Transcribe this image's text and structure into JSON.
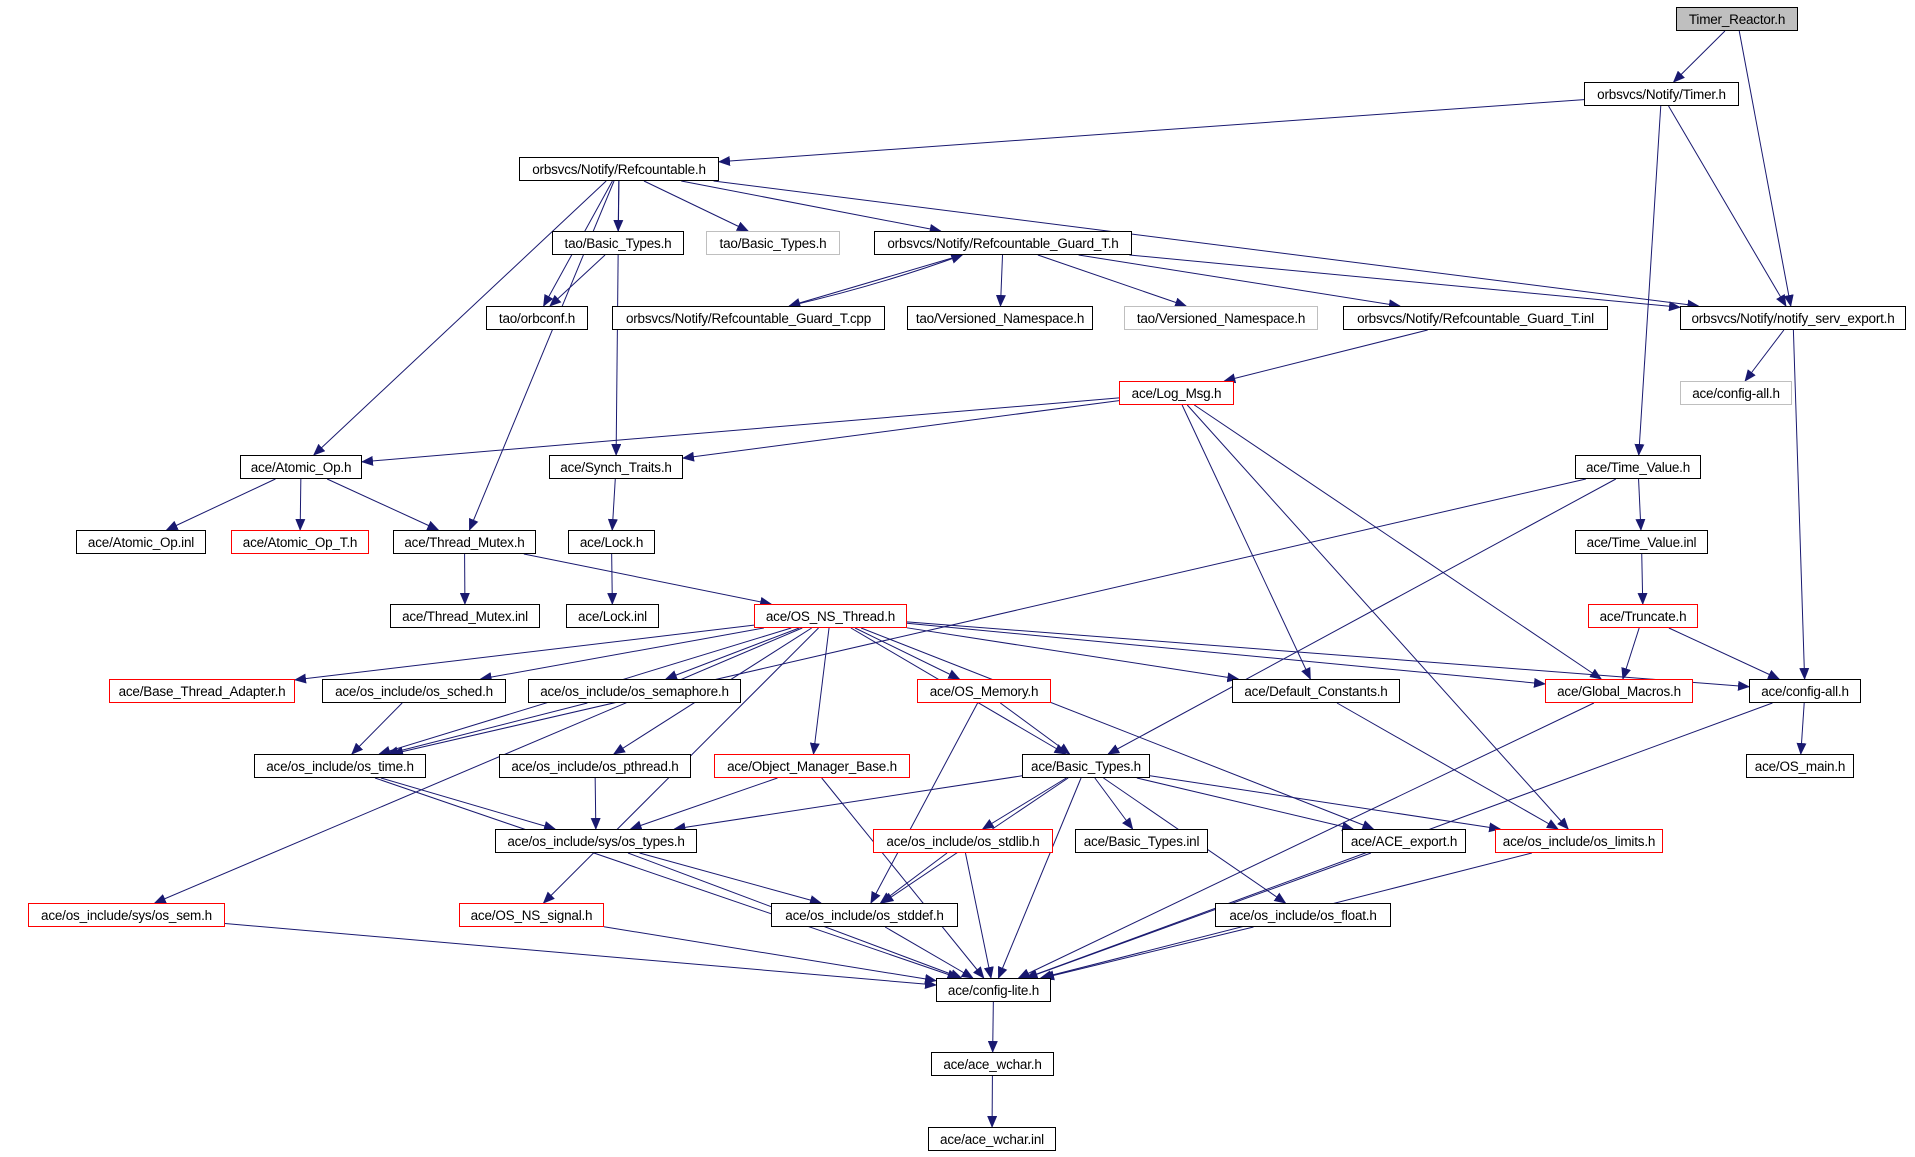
{
  "diagram": {
    "title": "Timer_Reactor.h include dependency graph",
    "colors": {
      "edge": "#191970",
      "root_fill": "#bfbfbf",
      "truncated_border": "#ff0000",
      "undocumented_border": "#bfbfbf",
      "normal_border": "#000000"
    },
    "nodes": {
      "timer_reactor": {
        "label": "Timer_Reactor.h",
        "style": "root"
      },
      "timer": {
        "label": "orbsvcs/Notify/Timer.h",
        "style": "normal"
      },
      "refcountable": {
        "label": "orbsvcs/Notify/Refcountable.h",
        "style": "normal"
      },
      "tao_basic_types": {
        "label": "tao/Basic_Types.h",
        "style": "normal"
      },
      "tao_basic_types_gray": {
        "label": "tao/Basic_Types.h",
        "style": "gray"
      },
      "guard_t_h": {
        "label": "orbsvcs/Notify/Refcountable_Guard_T.h",
        "style": "normal"
      },
      "tao_orbconf": {
        "label": "tao/orbconf.h",
        "style": "normal"
      },
      "guard_t_cpp": {
        "label": "orbsvcs/Notify/Refcountable_Guard_T.cpp",
        "style": "normal"
      },
      "tao_versioned": {
        "label": "tao/Versioned_Namespace.h",
        "style": "normal"
      },
      "tao_versioned_gray": {
        "label": "tao/Versioned_Namespace.h",
        "style": "gray"
      },
      "guard_t_inl": {
        "label": "orbsvcs/Notify/Refcountable_Guard_T.inl",
        "style": "normal"
      },
      "notify_serv_export": {
        "label": "orbsvcs/Notify/notify_serv_export.h",
        "style": "normal"
      },
      "config_all_gray": {
        "label": "ace/config-all.h",
        "style": "gray"
      },
      "log_msg": {
        "label": "ace/Log_Msg.h",
        "style": "red"
      },
      "atomic_op": {
        "label": "ace/Atomic_Op.h",
        "style": "normal"
      },
      "synch_traits": {
        "label": "ace/Synch_Traits.h",
        "style": "normal"
      },
      "time_value": {
        "label": "ace/Time_Value.h",
        "style": "normal"
      },
      "atomic_op_inl": {
        "label": "ace/Atomic_Op.inl",
        "style": "normal"
      },
      "atomic_op_t": {
        "label": "ace/Atomic_Op_T.h",
        "style": "red"
      },
      "thread_mutex": {
        "label": "ace/Thread_Mutex.h",
        "style": "normal"
      },
      "lock_h": {
        "label": "ace/Lock.h",
        "style": "normal"
      },
      "time_value_inl": {
        "label": "ace/Time_Value.inl",
        "style": "normal"
      },
      "thread_mutex_inl": {
        "label": "ace/Thread_Mutex.inl",
        "style": "normal"
      },
      "lock_inl": {
        "label": "ace/Lock.inl",
        "style": "normal"
      },
      "os_ns_thread": {
        "label": "ace/OS_NS_Thread.h",
        "style": "red"
      },
      "truncate": {
        "label": "ace/Truncate.h",
        "style": "red"
      },
      "base_thread_adapter": {
        "label": "ace/Base_Thread_Adapter.h",
        "style": "red"
      },
      "os_sched": {
        "label": "ace/os_include/os_sched.h",
        "style": "normal"
      },
      "os_semaphore": {
        "label": "ace/os_include/os_semaphore.h",
        "style": "normal"
      },
      "os_memory": {
        "label": "ace/OS_Memory.h",
        "style": "red"
      },
      "default_constants": {
        "label": "ace/Default_Constants.h",
        "style": "normal"
      },
      "global_macros": {
        "label": "ace/Global_Macros.h",
        "style": "red"
      },
      "config_all": {
        "label": "ace/config-all.h",
        "style": "normal"
      },
      "os_time": {
        "label": "ace/os_include/os_time.h",
        "style": "normal"
      },
      "os_pthread": {
        "label": "ace/os_include/os_pthread.h",
        "style": "normal"
      },
      "object_manager_base": {
        "label": "ace/Object_Manager_Base.h",
        "style": "red"
      },
      "ace_basic_types": {
        "label": "ace/Basic_Types.h",
        "style": "normal"
      },
      "os_main": {
        "label": "ace/OS_main.h",
        "style": "normal"
      },
      "sys_os_types": {
        "label": "ace/os_include/sys/os_types.h",
        "style": "normal"
      },
      "os_stdlib": {
        "label": "ace/os_include/os_stdlib.h",
        "style": "red"
      },
      "ace_basic_types_inl": {
        "label": "ace/Basic_Types.inl",
        "style": "normal"
      },
      "ace_export": {
        "label": "ace/ACE_export.h",
        "style": "normal"
      },
      "os_limits": {
        "label": "ace/os_include/os_limits.h",
        "style": "red"
      },
      "sys_os_sem": {
        "label": "ace/os_include/sys/os_sem.h",
        "style": "red"
      },
      "os_ns_signal": {
        "label": "ace/OS_NS_signal.h",
        "style": "red"
      },
      "os_stddef": {
        "label": "ace/os_include/os_stddef.h",
        "style": "normal"
      },
      "os_float": {
        "label": "ace/os_include/os_float.h",
        "style": "normal"
      },
      "config_lite": {
        "label": "ace/config-lite.h",
        "style": "normal"
      },
      "ace_wchar": {
        "label": "ace/ace_wchar.h",
        "style": "normal"
      },
      "ace_wchar_inl": {
        "label": "ace/ace_wchar.inl",
        "style": "normal"
      }
    },
    "edges": [
      [
        "timer_reactor",
        "timer"
      ],
      [
        "timer_reactor",
        "notify_serv_export"
      ],
      [
        "timer",
        "refcountable"
      ],
      [
        "timer",
        "notify_serv_export"
      ],
      [
        "timer",
        "time_value"
      ],
      [
        "refcountable",
        "tao_basic_types"
      ],
      [
        "refcountable",
        "tao_basic_types_gray"
      ],
      [
        "refcountable",
        "guard_t_h"
      ],
      [
        "refcountable",
        "tao_orbconf"
      ],
      [
        "refcountable",
        "notify_serv_export"
      ],
      [
        "refcountable",
        "atomic_op"
      ],
      [
        "refcountable",
        "synch_traits"
      ],
      [
        "refcountable",
        "thread_mutex"
      ],
      [
        "tao_basic_types",
        "tao_orbconf"
      ],
      [
        "guard_t_h",
        "guard_t_cpp"
      ],
      [
        "guard_t_cpp",
        "guard_t_h"
      ],
      [
        "guard_t_h",
        "tao_versioned"
      ],
      [
        "guard_t_h",
        "tao_versioned_gray"
      ],
      [
        "guard_t_h",
        "guard_t_inl"
      ],
      [
        "guard_t_h",
        "notify_serv_export"
      ],
      [
        "guard_t_inl",
        "log_msg"
      ],
      [
        "notify_serv_export",
        "config_all_gray"
      ],
      [
        "notify_serv_export",
        "config_all"
      ],
      [
        "log_msg",
        "atomic_op"
      ],
      [
        "log_msg",
        "synch_traits"
      ],
      [
        "log_msg",
        "default_constants"
      ],
      [
        "log_msg",
        "global_macros"
      ],
      [
        "log_msg",
        "os_limits"
      ],
      [
        "atomic_op",
        "atomic_op_inl"
      ],
      [
        "atomic_op",
        "atomic_op_t"
      ],
      [
        "atomic_op",
        "thread_mutex"
      ],
      [
        "synch_traits",
        "lock_h"
      ],
      [
        "lock_h",
        "lock_inl"
      ],
      [
        "thread_mutex",
        "thread_mutex_inl"
      ],
      [
        "thread_mutex",
        "os_ns_thread"
      ],
      [
        "time_value",
        "time_value_inl"
      ],
      [
        "time_value",
        "ace_basic_types"
      ],
      [
        "time_value",
        "os_time"
      ],
      [
        "time_value_inl",
        "truncate"
      ],
      [
        "truncate",
        "global_macros"
      ],
      [
        "truncate",
        "config_all"
      ],
      [
        "os_ns_thread",
        "base_thread_adapter"
      ],
      [
        "os_ns_thread",
        "os_sched"
      ],
      [
        "os_ns_thread",
        "os_semaphore"
      ],
      [
        "os_ns_thread",
        "os_memory"
      ],
      [
        "os_ns_thread",
        "default_constants"
      ],
      [
        "os_ns_thread",
        "global_macros"
      ],
      [
        "os_ns_thread",
        "config_all"
      ],
      [
        "os_ns_thread",
        "os_time"
      ],
      [
        "os_ns_thread",
        "os_pthread"
      ],
      [
        "os_ns_thread",
        "object_manager_base"
      ],
      [
        "os_ns_thread",
        "ace_basic_types"
      ],
      [
        "os_ns_thread",
        "ace_export"
      ],
      [
        "os_ns_thread",
        "sys_os_sem"
      ],
      [
        "os_ns_thread",
        "os_ns_signal"
      ],
      [
        "os_sched",
        "os_time"
      ],
      [
        "os_semaphore",
        "os_time"
      ],
      [
        "os_memory",
        "ace_basic_types"
      ],
      [
        "os_memory",
        "os_stddef"
      ],
      [
        "default_constants",
        "os_limits"
      ],
      [
        "global_macros",
        "config_lite"
      ],
      [
        "config_all",
        "os_main"
      ],
      [
        "config_all",
        "config_lite"
      ],
      [
        "os_time",
        "sys_os_types"
      ],
      [
        "os_time",
        "config_lite"
      ],
      [
        "os_pthread",
        "sys_os_types"
      ],
      [
        "object_manager_base",
        "sys_os_types"
      ],
      [
        "object_manager_base",
        "config_lite"
      ],
      [
        "ace_basic_types",
        "sys_os_types"
      ],
      [
        "ace_basic_types",
        "os_stdlib"
      ],
      [
        "ace_basic_types",
        "ace_basic_types_inl"
      ],
      [
        "ace_basic_types",
        "ace_export"
      ],
      [
        "ace_basic_types",
        "os_limits"
      ],
      [
        "ace_basic_types",
        "os_float"
      ],
      [
        "ace_basic_types",
        "os_stddef"
      ],
      [
        "ace_basic_types",
        "config_lite"
      ],
      [
        "sys_os_types",
        "os_stddef"
      ],
      [
        "sys_os_types",
        "config_lite"
      ],
      [
        "os_stdlib",
        "os_stddef"
      ],
      [
        "os_stdlib",
        "config_lite"
      ],
      [
        "ace_export",
        "config_lite"
      ],
      [
        "os_limits",
        "config_lite"
      ],
      [
        "sys_os_sem",
        "config_lite"
      ],
      [
        "os_ns_signal",
        "config_lite"
      ],
      [
        "os_stddef",
        "config_lite"
      ],
      [
        "os_float",
        "config_lite"
      ],
      [
        "config_lite",
        "ace_wchar"
      ],
      [
        "ace_wchar",
        "ace_wchar_inl"
      ]
    ]
  }
}
